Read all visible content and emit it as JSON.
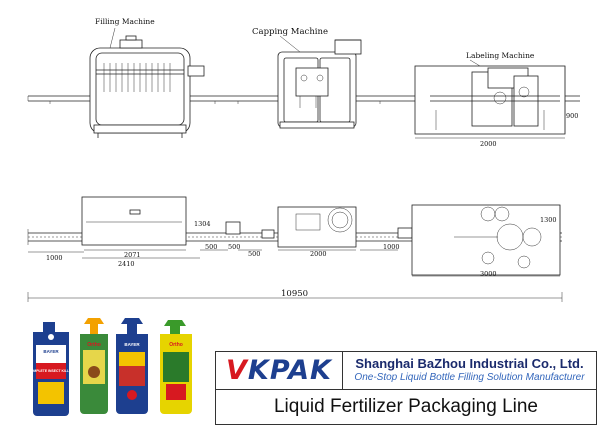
{
  "labels": {
    "filling": "Filling Machine",
    "capping": "Capping Machine",
    "labeling": "Labeling Machine"
  },
  "side_dims": {
    "labeler_width": "2000",
    "labeler_height": "900"
  },
  "plan_dims": {
    "d1000a": "1000",
    "d2071": "2071",
    "d2410": "2410",
    "d1304": "1304",
    "d500a": "500",
    "d500b": "500",
    "d2000": "2000",
    "d1000b": "1000",
    "d500c": "500",
    "d3000": "3000",
    "d1300": "1300",
    "total": "10950"
  },
  "banner": {
    "logo_v": "V",
    "logo_rest": "KPAK",
    "company": "Shanghai BaZhou Industrial Co., Ltd.",
    "tagline": "One-Stop Liquid Bottle Filling Solution Manufacturer",
    "title": "Liquid Fertilizer Packaging Line"
  },
  "products": {
    "bottle1_brand": "BAYER",
    "bottle1_text": "COMPLETE INSECT KILLER",
    "bottle2_text": "Ortho",
    "bottle3_text": "BAYER",
    "bottle4_text": "Ortho"
  },
  "colors": {
    "logo_red": "#d71920",
    "logo_blue": "#1d3f8f",
    "company_blue": "#1a2a6c",
    "tagline_blue": "#3366bb"
  }
}
